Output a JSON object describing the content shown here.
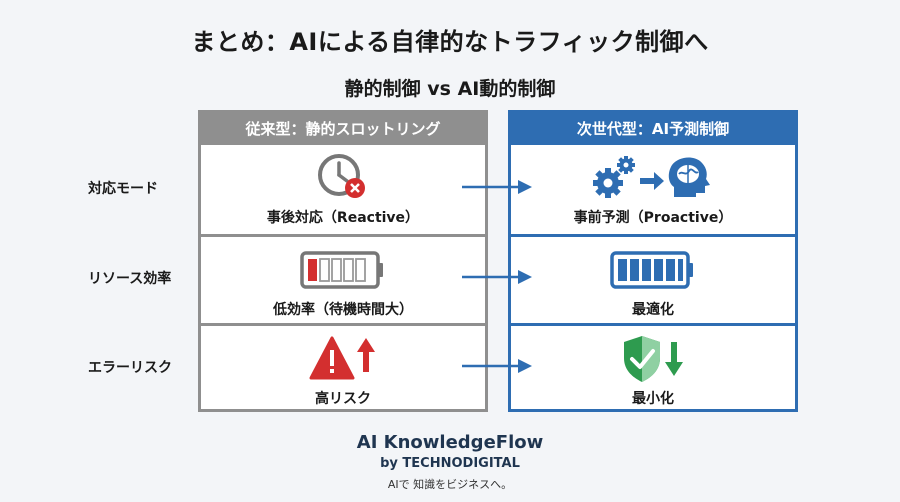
{
  "title": "まとめ：AIによる自律的なトラフィック制御へ",
  "subtitle": "静的制御 vs AI動的制御",
  "columns": {
    "left": {
      "header": "従来型：静的スロットリング",
      "cells": [
        "事後対応（Reactive）",
        "低効率（待機時間大）",
        "高リスク"
      ]
    },
    "right": {
      "header": "次世代型：AI予測制御",
      "cells": [
        "事前予測（Proactive）",
        "最適化",
        "最小化"
      ]
    }
  },
  "rows": [
    "対応モード",
    "リソース効率",
    "エラーリスク"
  ],
  "brand": {
    "name": "AI KnowledgeFlow",
    "by": "by TECHNODIGITAL",
    "tagline": "AIで 知識をビジネスへ。"
  },
  "icons": {
    "left": [
      "clock-error-icon",
      "low-battery-icon",
      "warning-up-icon"
    ],
    "right": [
      "gears-brain-icon",
      "full-battery-icon",
      "shield-down-icon"
    ]
  },
  "colors": {
    "gray": "#8f8f8f",
    "blue": "#2e6db2",
    "red": "#d32f2f",
    "green": "#2e9b4f"
  }
}
